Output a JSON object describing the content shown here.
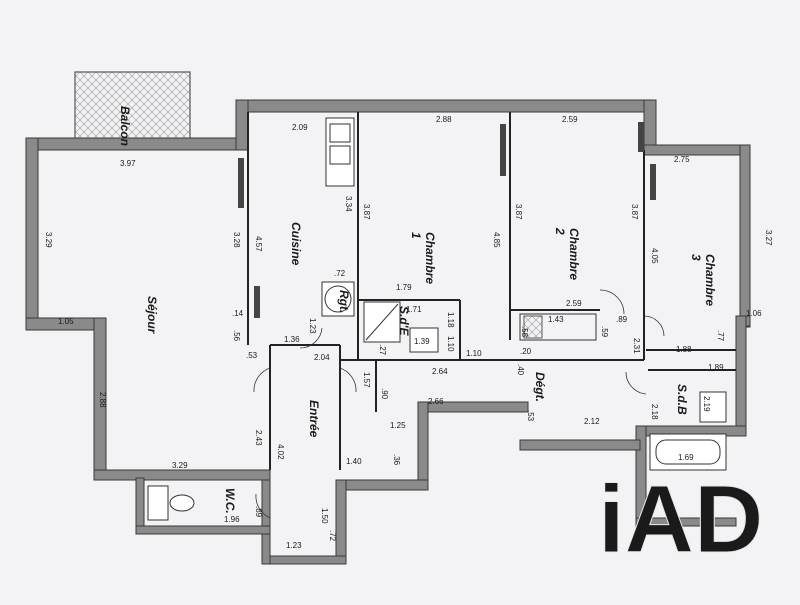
{
  "rooms": {
    "balcon": "Balcon",
    "sejour": "Séjour",
    "cuisine": "Cuisine",
    "chambre1": "Chambre",
    "chambre1_num": "1",
    "chambre2": "Chambre",
    "chambre2_num": "2",
    "chambre3": "Chambre",
    "chambre3_num": "3",
    "entree": "Entrée",
    "degt": "Dégt.",
    "wc": "W.C.",
    "sdb": "S.d.B",
    "sde": "S.d'E",
    "rgt": "Rgt."
  },
  "dimensions": {
    "balcon_w": "3.97",
    "sejour_left": "3.29",
    "sejour_right": "3.28",
    "sejour_105": "1.05",
    "sejour_288": "2.88",
    "sejour_bottom": "3.29",
    "sejour_014": ".14",
    "sejour_056": ".56",
    "cuisine_top": "2.09",
    "cuisine_left": "4.57",
    "cuisine_right": "3.34",
    "cuisine_072": ".72",
    "cuisine_123": "1.23",
    "ch1_top": "2.88",
    "ch1_left": "3.87",
    "ch1_right": "4.85",
    "ch1_bottom": "1.79",
    "ch2_top": "2.59",
    "ch2_left": "3.87",
    "ch2_right": "3.87",
    "ch2_bottom": "2.59",
    "ch3_top": "2.75",
    "ch3_left": "4.05",
    "ch3_right": "3.27",
    "ch3_106": "1.06",
    "ch3_077": ".77",
    "sde_171": "1.71",
    "sde_118": "1.18",
    "sde_110": "1.10",
    "sde_139": "1.39",
    "sde_027": ".27",
    "sde_110b": "1.10",
    "entree_136": "1.36",
    "entree_053": ".53",
    "entree_204": "2.04",
    "entree_157": "1.57",
    "entree_090": ".90",
    "entree_243": "2.43",
    "entree_402": "4.02",
    "entree_140": "1.40",
    "entree_125": "1.25",
    "entree_036": ".36",
    "entree_150": "1.50",
    "entree_123": "1.23",
    "entree_072": ".72",
    "degt_264": "2.64",
    "degt_266": "2.66",
    "degt_040": ".40",
    "degt_020": ".20",
    "degt_053": ".53",
    "degt_212": "2.12",
    "placard_143": "1.43",
    "placard_058": ".58",
    "placard_059": ".59",
    "placard_089": ".89",
    "sdb_231": "2.31",
    "sdb_188": "1.88",
    "sdb_189": "1.89",
    "sdb_219": "2.19",
    "sdb_218": "2.18",
    "sdb_169": "1.69",
    "wc_196": "1.96",
    "wc_089": ".89"
  },
  "brand": {
    "logo_text": "iAD",
    "logo_color": "#ffffff"
  }
}
